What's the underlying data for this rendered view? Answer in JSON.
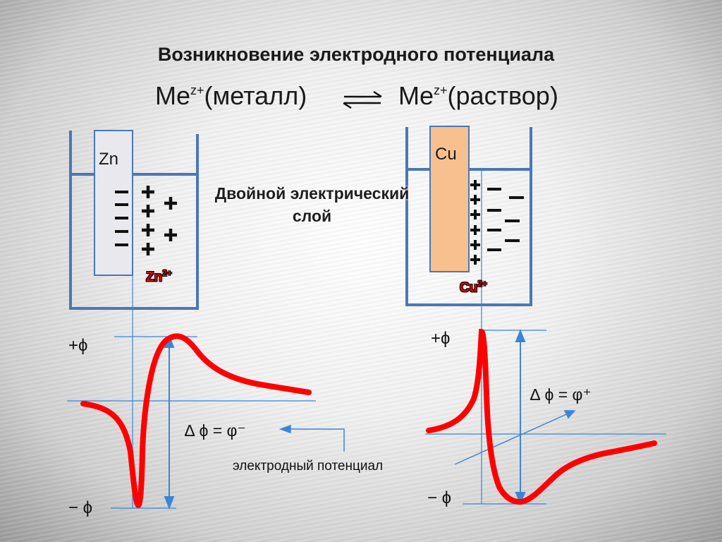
{
  "title": "Возникновение электродного потенциала",
  "equation": {
    "left_base": "Me",
    "left_sup": "z+",
    "left_paren": "(металл)",
    "right_base": "Me",
    "right_sup": "z+",
    "right_paren": "(раствор)"
  },
  "center_label": "Двойной электрический слой",
  "left_cell": {
    "electrode": "Zn",
    "ion_base": "Zn",
    "ion_sup": "2+",
    "plus_phi": "+ϕ",
    "minus_phi": "− ϕ",
    "delta_phi": "∆ ϕ = φ⁻"
  },
  "right_cell": {
    "electrode": "Cu",
    "ion_base": "Cu",
    "ion_sup": "2+",
    "plus_phi": "+ϕ",
    "minus_phi": "− ϕ",
    "delta_phi": "∆ ϕ = φ⁺"
  },
  "electrode_potential_label": "электродный потенциал",
  "colors": {
    "curve": "#ff0000",
    "guide_lines": "#3a86d6",
    "vessel": "#4a78b5",
    "zn_electrode": "#e8e8ee",
    "cu_electrode": "#f8c08e"
  }
}
